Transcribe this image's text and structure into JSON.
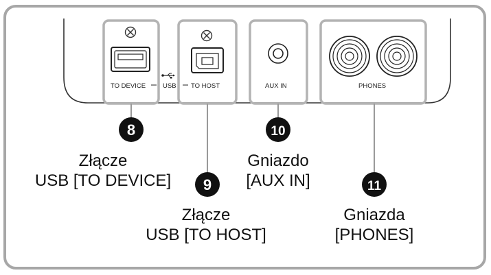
{
  "colors": {
    "frame": "#a7a7a7",
    "panel_stroke": "#333333",
    "group_box": "#b3b3b3",
    "badge": "#111111",
    "badge_text": "#ffffff"
  },
  "panel_labels": {
    "to_device": "TO DEVICE",
    "usb_symbol": "USB",
    "to_host": "TO HOST",
    "aux_in": "AUX IN",
    "phones": "PHONES"
  },
  "callouts": [
    {
      "number": "8",
      "line1": "Złącze",
      "line2": "USB [TO DEVICE]"
    },
    {
      "number": "9",
      "line1": "Złącze",
      "line2": "USB [TO HOST]"
    },
    {
      "number": "10",
      "line1": "Gniazdo",
      "line2": "[AUX IN]"
    },
    {
      "number": "11",
      "line1": "Gniazda",
      "line2": "[PHONES]"
    }
  ],
  "icons": {
    "screw": "screw-icon",
    "usb_a": "usb-a-port-icon",
    "usb_b": "usb-b-port-icon",
    "usb_trident": "usb-trident-icon",
    "aux_jack": "mini-jack-icon",
    "phones_jack": "phone-jack-icon"
  }
}
